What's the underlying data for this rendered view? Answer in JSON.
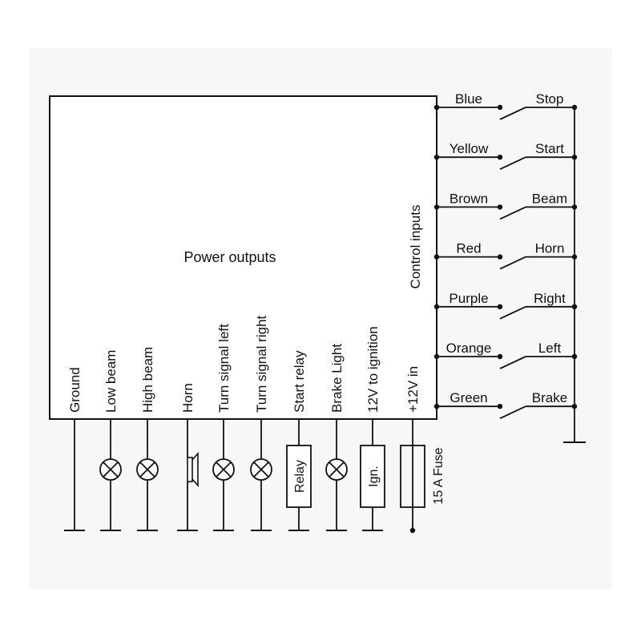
{
  "diagram": {
    "power_outputs_label": "Power outputs",
    "control_inputs_label": "Control inputs",
    "colors": {
      "line": "#111111",
      "panel": "#f7f7f7",
      "background": "#ffffff"
    },
    "control_inputs": [
      {
        "wire": "Blue",
        "function": "Stop"
      },
      {
        "wire": "Yellow",
        "function": "Start"
      },
      {
        "wire": "Brown",
        "function": "Beam"
      },
      {
        "wire": "Red",
        "function": "Horn"
      },
      {
        "wire": "Purple",
        "function": "Right"
      },
      {
        "wire": "Orange",
        "function": "Left"
      },
      {
        "wire": "Green",
        "function": "Brake"
      }
    ],
    "power_outputs": [
      {
        "label": "Ground",
        "component": "ground"
      },
      {
        "label": "Low beam",
        "component": "lamp"
      },
      {
        "label": "High beam",
        "component": "lamp"
      },
      {
        "label": "Horn",
        "component": "horn"
      },
      {
        "label": "Turn signal left",
        "component": "lamp"
      },
      {
        "label": "Turn signal right",
        "component": "lamp"
      },
      {
        "label": "Start relay",
        "component": "box",
        "box_label": "Relay"
      },
      {
        "label": "Brake Light",
        "component": "lamp"
      },
      {
        "label": "12V to ignition",
        "component": "box",
        "box_label": "Ign."
      },
      {
        "label": "+12V in",
        "component": "fuse",
        "fuse_label": "15 A Fuse"
      }
    ]
  }
}
